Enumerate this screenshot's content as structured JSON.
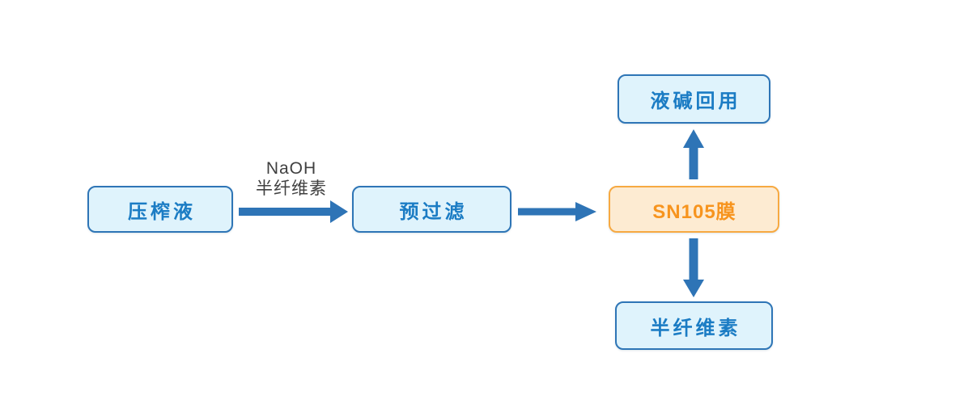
{
  "diagram": {
    "title": "SN105 membrane hemicellulose process flow",
    "nodes": {
      "pressed_liquid": {
        "label": "压榨液"
      },
      "prefilter": {
        "label": "预过滤"
      },
      "sn105_membrane": {
        "label": "SN105膜"
      },
      "alkali_reuse": {
        "label": "液碱回用"
      },
      "hemicellulose_out": {
        "label": "半纤维素"
      }
    },
    "edges": [
      {
        "from": "pressed_liquid",
        "to": "prefilter",
        "label_line1": "NaOH",
        "label_line2": "半纤维素"
      },
      {
        "from": "prefilter",
        "to": "sn105_membrane",
        "label_line1": "",
        "label_line2": ""
      },
      {
        "from": "sn105_membrane",
        "to": "alkali_reuse",
        "label_line1": "",
        "label_line2": ""
      },
      {
        "from": "sn105_membrane",
        "to": "hemicellulose_out",
        "label_line1": "",
        "label_line2": ""
      }
    ],
    "edge_label": {
      "line1": "NaOH",
      "line2": "半纤维素"
    },
    "colors": {
      "background": "#FFFFFF",
      "arrow": "#2E74B6",
      "blue_box_fill": "#DFF3FC",
      "blue_box_border": "#2E75B6",
      "blue_box_text": "#1B7CC4",
      "orange_box_fill": "#FDEBD2",
      "orange_box_border": "#F7A941",
      "orange_box_text": "#F7941E",
      "edge_label_text": "#404040"
    }
  }
}
